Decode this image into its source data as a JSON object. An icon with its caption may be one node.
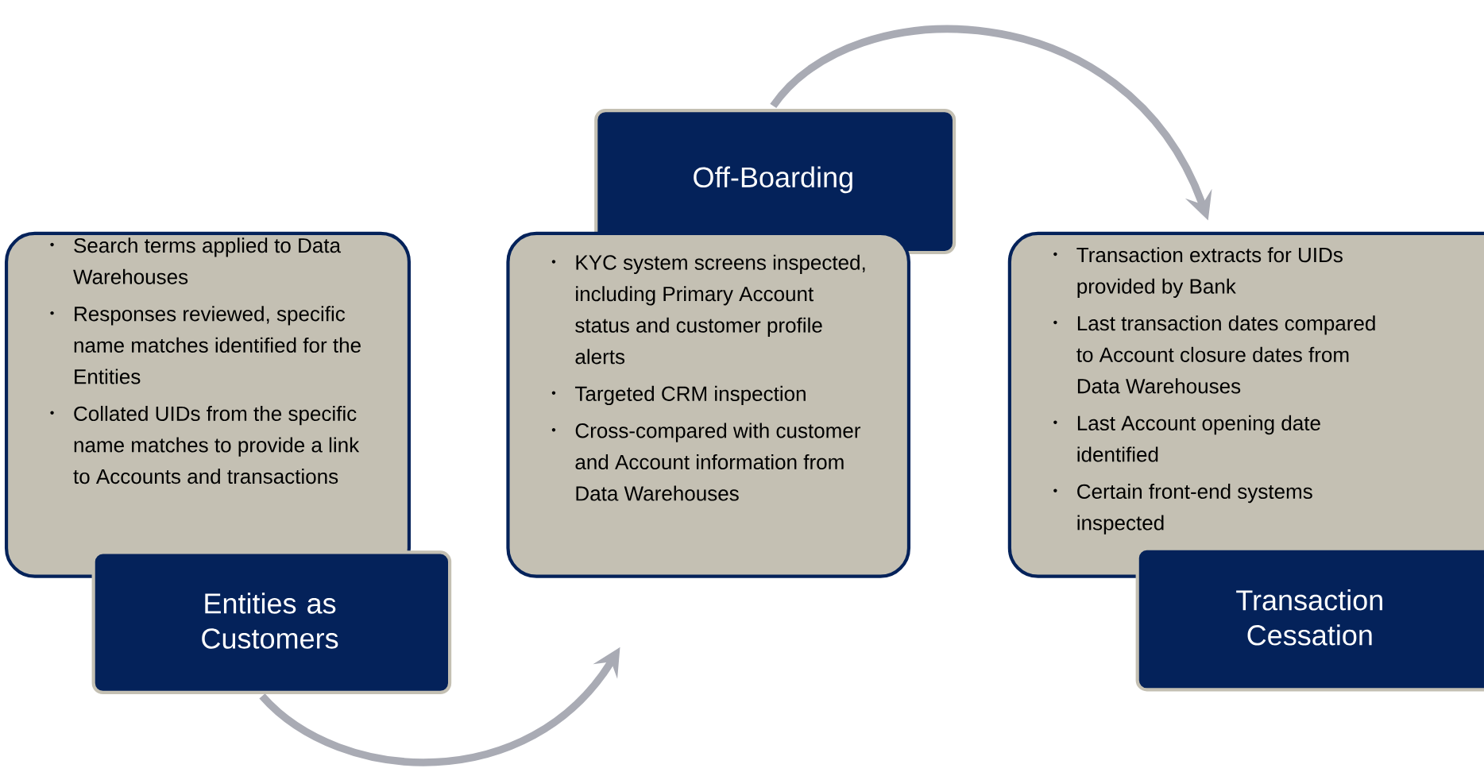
{
  "diagram": {
    "nodes": [
      {
        "text": [
          "Search terms applied to Data Warehouses",
          "Responses reviewed, specific name matches identified for the Entities",
          "Collated UIDs from the specific name matches to provide a link to Accounts and transactions"
        ]
      },
      {
        "text": [
          "Entities as Customers"
        ]
      },
      {
        "text": [
          "Off-Boarding"
        ]
      },
      {
        "text": [
          "KYC system screens inspected, including Primary Account status and customer profile alerts",
          "Targeted CRM inspection",
          "Cross-compared with customer and Account information from Data Warehouses"
        ]
      },
      {
        "text": [
          "Transaction extracts for UIDs provided by Bank",
          "Last transaction dates compared to Account closure dates from Data Warehouses",
          "Last Account opening date identified",
          "Certain front-end systems inspected"
        ]
      },
      {
        "text": [
          "Transaction Cessation"
        ]
      }
    ],
    "edges": [
      {
        "from": 1,
        "to": 3,
        "arrow": "to"
      },
      {
        "from": 2,
        "to": 4,
        "arrow": "to"
      }
    ]
  }
}
